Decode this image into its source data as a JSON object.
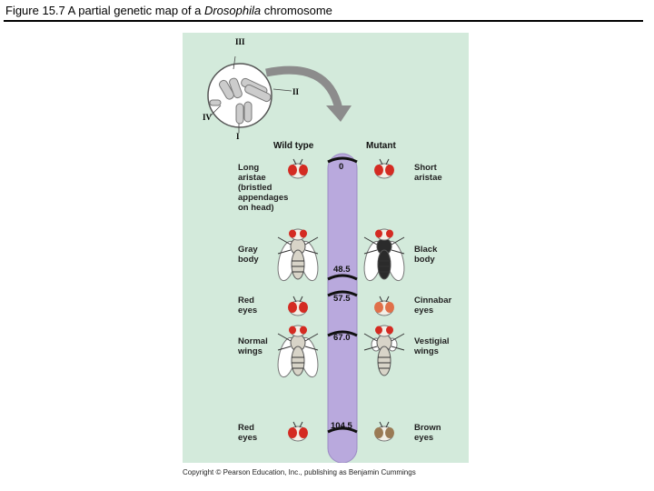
{
  "title": {
    "prefix": "Figure 15.7  A partial genetic map of a ",
    "italic": "Drosophila",
    "suffix": " chromosome"
  },
  "inset": {
    "labels": {
      "iii": "III",
      "ii": "II",
      "iv": "IV",
      "i": "I"
    }
  },
  "headers": {
    "wild_type": "Wild type",
    "mutant": "Mutant"
  },
  "map": {
    "loci": [
      {
        "position": "0",
        "wild_type": "Long\naristae\n(bristled\nappendages\non head)",
        "mutant": "Short\naristae"
      },
      {
        "position": "48.5",
        "wild_type": "Gray\nbody",
        "mutant": "Black\nbody"
      },
      {
        "position": "57.5",
        "wild_type": "Red\neyes",
        "mutant": "Cinnabar\neyes"
      },
      {
        "position": "67.0",
        "wild_type": "Normal\nwings",
        "mutant": "Vestigial\nwings"
      },
      {
        "position": "104.5",
        "wild_type": "Red\neyes",
        "mutant": "Brown\neyes"
      }
    ]
  },
  "colors": {
    "panel": "#d3eadb",
    "chromosome": "#b9a9dd",
    "red_eye": "#d42b22",
    "cinnabar_eye": "#e0704a",
    "brown_eye": "#9a7a55"
  },
  "copyright": "Copyright © Pearson Education, Inc., publishing as Benjamin Cummings"
}
